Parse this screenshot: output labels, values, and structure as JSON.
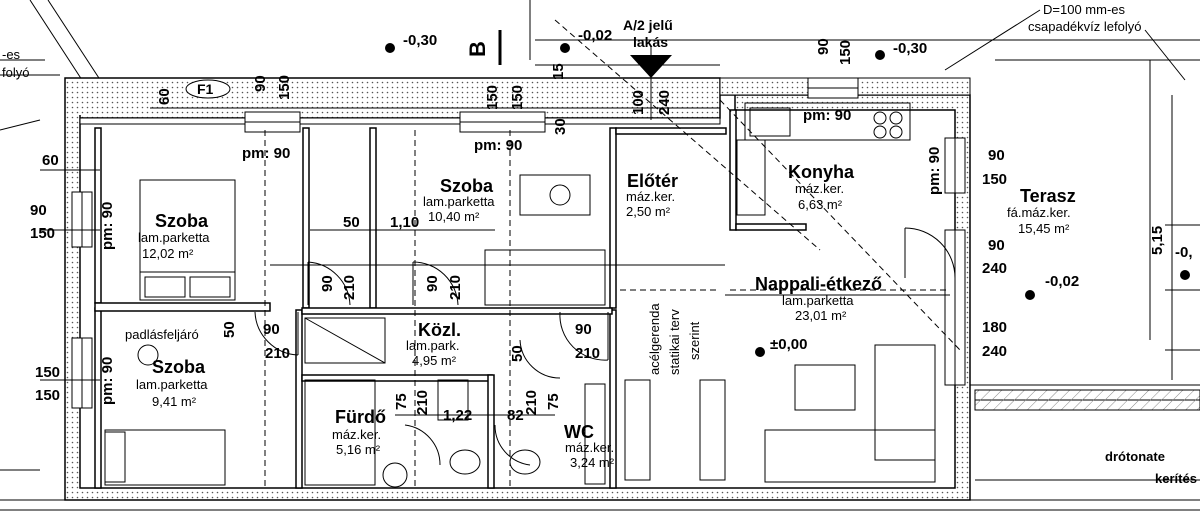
{
  "rooms": [
    {
      "id": "szoba1",
      "name": "Szoba",
      "floor": "lam.parketta",
      "area": "12,02 m²"
    },
    {
      "id": "szoba2",
      "name": "Szoba",
      "floor": "lam.parketta",
      "area": "10,40 m²"
    },
    {
      "id": "szoba3",
      "name": "Szoba",
      "floor": "lam.parketta",
      "area": "9,41 m²"
    },
    {
      "id": "eloter",
      "name": "Előtér",
      "floor": "máz.ker.",
      "area": "2,50 m²"
    },
    {
      "id": "konyha",
      "name": "Konyha",
      "floor": "máz.ker.",
      "area": "6,63 m²"
    },
    {
      "id": "terasz",
      "name": "Terasz",
      "floor": "fá.máz.ker.",
      "area": "15,45 m²"
    },
    {
      "id": "nappali",
      "name": "Nappali-étkező",
      "floor": "lam.parketta",
      "area": "23,01 m²"
    },
    {
      "id": "kozl",
      "name": "Közl.",
      "floor": "lam.park.",
      "area": "4,95 m²"
    },
    {
      "id": "furdo",
      "name": "Fürdő",
      "floor": "máz.ker.",
      "area": "5,16 m²"
    },
    {
      "id": "wc",
      "name": "WC",
      "floor": "máz.ker.",
      "area": "3,24 m²"
    }
  ],
  "annotations": {
    "drain_note_1": "D=100 mm-es",
    "drain_note_2": "csapadékvíz lefolyó",
    "left_note_1": "-es",
    "left_note_2": "folyó",
    "unit_1": "A/2 jelű",
    "unit_2": "lakás",
    "section_b": "B",
    "f1": "F1",
    "padlas": "padlásfeljáró",
    "beam_1": "acélgerenda",
    "beam_2": "statikai terv",
    "beam_3": "szerint",
    "fence_1": "drótonate",
    "fence_2": "kerítés"
  },
  "levels": {
    "l_030_a": "-0,30",
    "l_002_top": "-0,02",
    "l_030_b": "-0,30",
    "l_000": "±0,00",
    "l_002_ter": "-0,02",
    "l_right": "-0,"
  },
  "dims": {
    "pm90_a": "pm: 90",
    "pm90_b": "pm: 90",
    "pm90_c": "pm: 90",
    "pm90_d": "pm: 90",
    "pm90_e": "pm: 90",
    "pm90_f": "pm: 90",
    "d60_a": "60",
    "d60_b": "60",
    "d90_150_l1a": "90",
    "d90_150_l1b": "150",
    "d150_l2a": "150",
    "d150_l2b": "150",
    "w90_top": "90",
    "w150_top": "150",
    "w150_b1": "150",
    "w150_b2": "150",
    "w15": "15",
    "w30": "30",
    "w100": "100",
    "w240": "240",
    "w90_r": "90",
    "w150_r": "150",
    "r90": "90",
    "r150": "150",
    "r90b": "90",
    "r240": "240",
    "r180": "180",
    "r240b": "240",
    "d50": "50",
    "d110": "1,10",
    "dd90a": "90",
    "dd210a": "210",
    "dd90b": "90",
    "dd210b": "210",
    "p50": "50",
    "p90": "90",
    "p210": "210",
    "k90": "90",
    "k210": "210",
    "k50": "50",
    "b75": "75",
    "b210": "210",
    "b122": "1,22",
    "b82": "82",
    "b210b": "210",
    "b75b": "75",
    "d515": "5,15"
  }
}
